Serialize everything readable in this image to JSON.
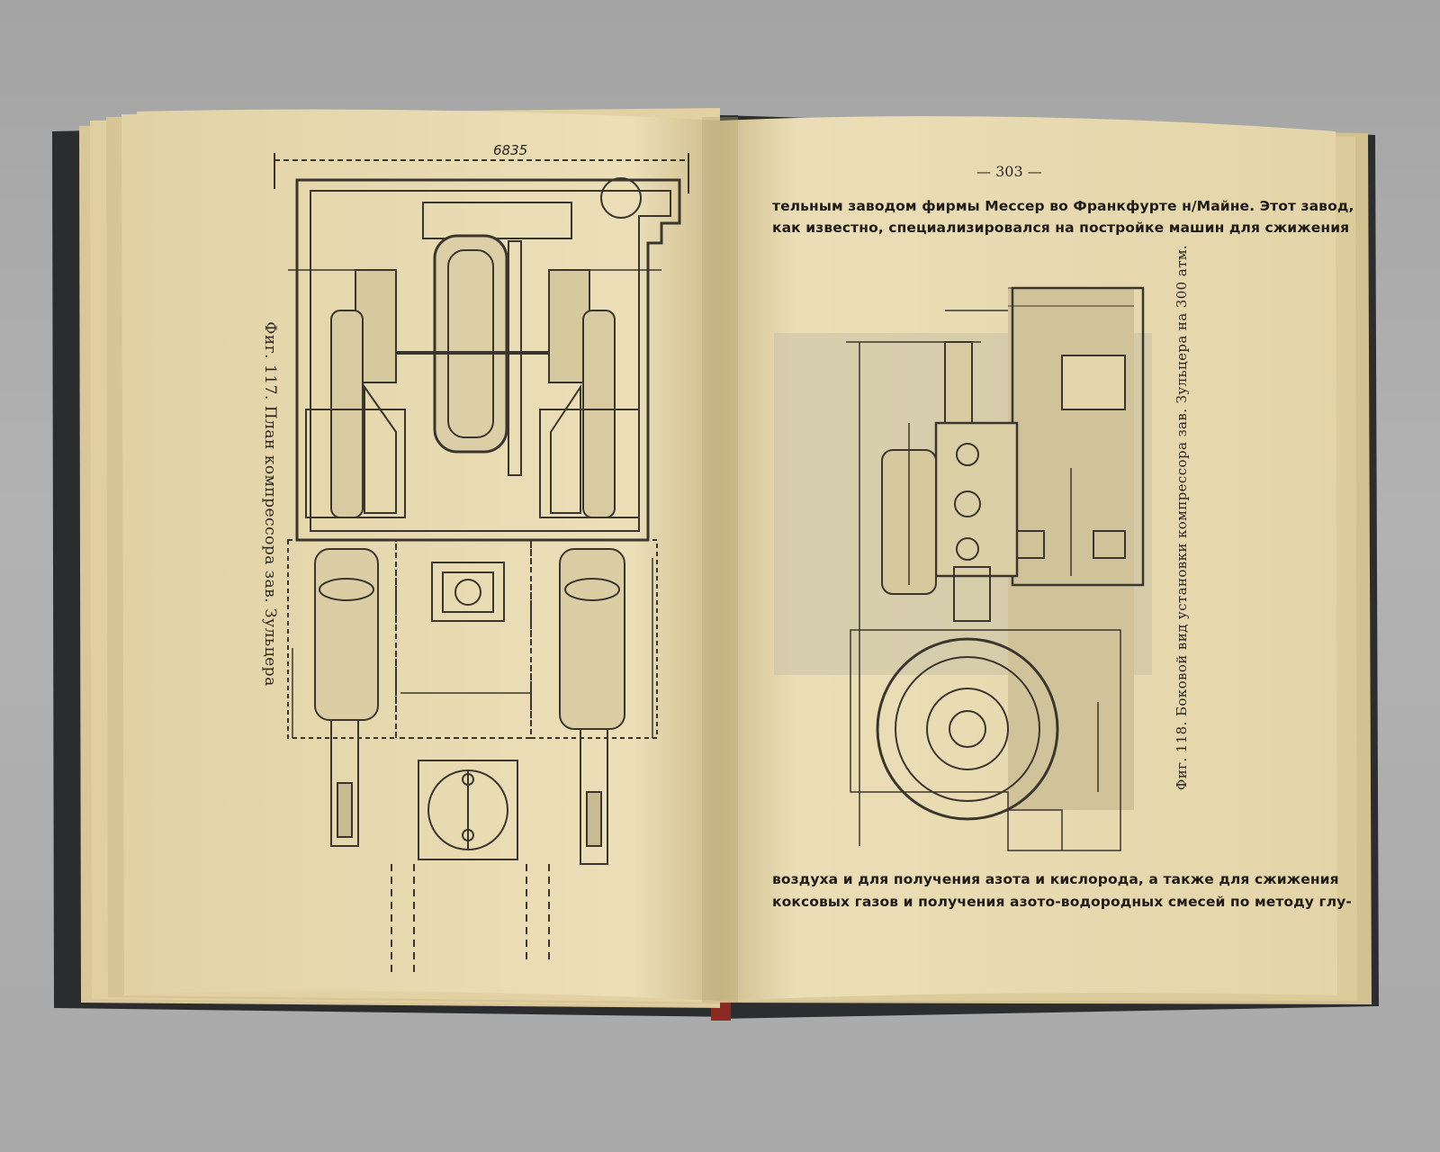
{
  "left_page": {
    "dimension_label": "6835",
    "caption": "Фиг. 117. План компрессора зав. Зульцера"
  },
  "right_page": {
    "page_number": "— 303 —",
    "paragraph_top": [
      "тельным заводом фирмы Мессер во Франкфурте н/Майне. Этот завод,",
      "как известно, специализировался на постройке машин для сжижения"
    ],
    "paragraph_bottom": [
      "воздуха и для получения азота и кислорода, а также для сжижения",
      "коксовых газов и получения азото-водородных смесей по методу глу-"
    ],
    "caption": "Фиг. 118. Боковой вид установки компрессора зав. Зульцера на 300 атм."
  },
  "colors": {
    "background": "#aaaaaa",
    "cover": "#2b2d2e",
    "paper": "#e9dcb4",
    "ink": "#3a362e"
  }
}
